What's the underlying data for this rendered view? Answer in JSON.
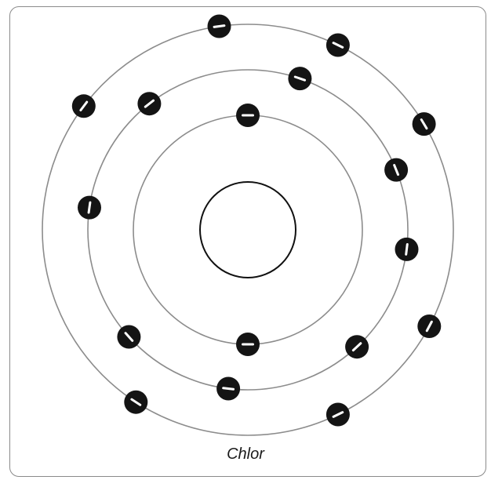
{
  "diagram": {
    "label": "Chlor",
    "shells": [
      {
        "name": "shell-1",
        "electron_angles_deg": [
          0,
          180
        ]
      },
      {
        "name": "shell-2",
        "electron_angles_deg": [
          19,
          68,
          97,
          137,
          187,
          228,
          278,
          322
        ]
      },
      {
        "name": "shell-3",
        "electron_angles_deg": [
          -8,
          26,
          59,
          118,
          154,
          213,
          307
        ]
      }
    ],
    "electron_symbol": "−",
    "colors": {
      "electron_fill": "#141414",
      "electron_mark": "#ffffff",
      "orbit_stroke": "#8c8c8c",
      "nucleus_stroke": "#111111"
    }
  }
}
